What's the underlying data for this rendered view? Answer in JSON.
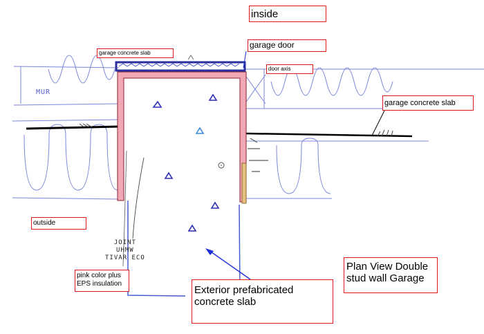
{
  "labels": {
    "inside": "inside",
    "garage_door": "garage door",
    "garage_slab_top": "garage concrete slab",
    "door_axis": "door axis",
    "garage_slab_right": "garage concrete slab",
    "outside": "outside",
    "joint_line1": "JOINT",
    "joint_line2": "UHMW",
    "joint_line3": "TIVAR ECO",
    "pink_line1": "pink color plus",
    "pink_line2": "EPS insulation",
    "exterior_line1": "Exterior prefabricated",
    "exterior_line2": "concrete slab",
    "plan_line1": "Plan View Double",
    "plan_line2": "stud wall Garage",
    "mur": "MUR"
  },
  "colors": {
    "label_border": "#e01818",
    "pink_insulation": "#f2a7b4",
    "sketch_blue": "#4a5bd1",
    "arrow_blue": "#1f2fd6"
  }
}
